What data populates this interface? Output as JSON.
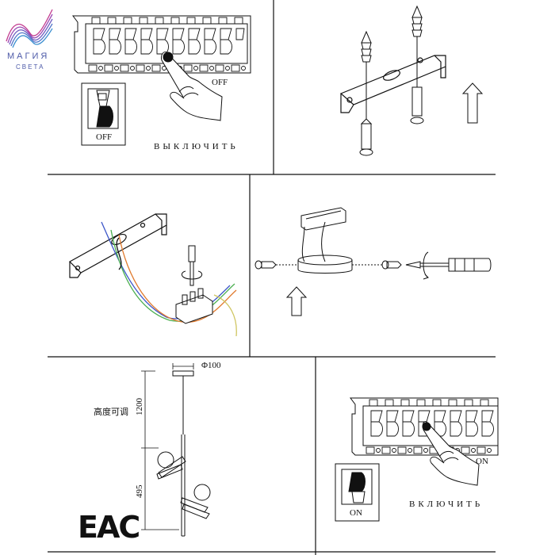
{
  "brand": {
    "name": "МАГИЯ",
    "subtitle": "СВЕТА"
  },
  "step1": {
    "off_label_large": "OFF",
    "off_label_small": "OFF",
    "caption": "ВЫКЛЮЧИТЬ"
  },
  "step5": {
    "diameter": "Φ100",
    "height_note": "高度可调",
    "dim_1200": "1200",
    "dim_495": "495"
  },
  "step6": {
    "on_label_large": "ON",
    "on_label_small": "ON",
    "caption": "ВКЛЮЧИТЬ"
  },
  "cert": {
    "mark": "ЕАС"
  },
  "colors": {
    "logo": "#4d5aa8",
    "wire_blue": "#3b55c8",
    "wire_green": "#4caf50",
    "wire_orange": "#e07a2e",
    "wire_yellow": "#cfc560"
  }
}
